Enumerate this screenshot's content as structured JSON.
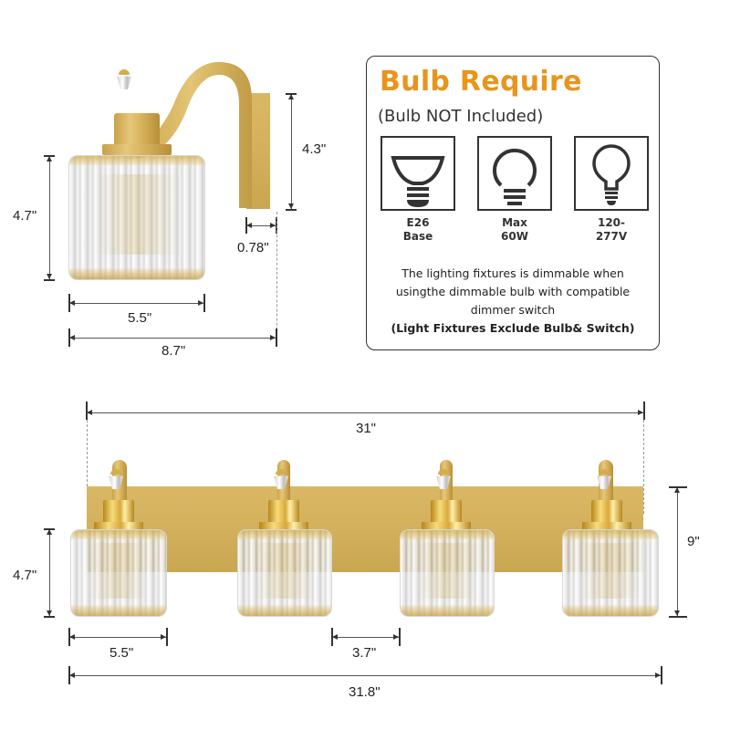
{
  "info": {
    "title": "Bulb Require",
    "subtitle": "(Bulb NOT Included)",
    "title_color": "#e8951c",
    "icons": [
      {
        "icon": "e26-base-bulb-icon",
        "line1": "E26",
        "line2": "Base"
      },
      {
        "icon": "max-wattage-bulb-icon",
        "line1": "Max",
        "line2": "60W"
      },
      {
        "icon": "voltage-bulb-icon",
        "line1": "120-",
        "line2": "277V"
      }
    ],
    "description_lines": [
      "The lighting fixtures is dimmable when",
      "usingthe dimmable bulb with compatible",
      "dimmer switch"
    ],
    "note": "(Light Fixtures Exclude Bulb& Switch)"
  },
  "single_fixture": {
    "shade_height": "4.7\"",
    "backplate_height": "4.3\"",
    "backplate_depth": "0.78\"",
    "shade_width": "5.5\"",
    "total_extension": "8.7\""
  },
  "vanity_bar": {
    "backplate_width": "31\"",
    "total_height": "9\"",
    "shade_height": "4.7\"",
    "shade_width": "5.5\"",
    "shade_gap": "3.7\"",
    "total_width": "31.8\"",
    "light_count": 4
  }
}
